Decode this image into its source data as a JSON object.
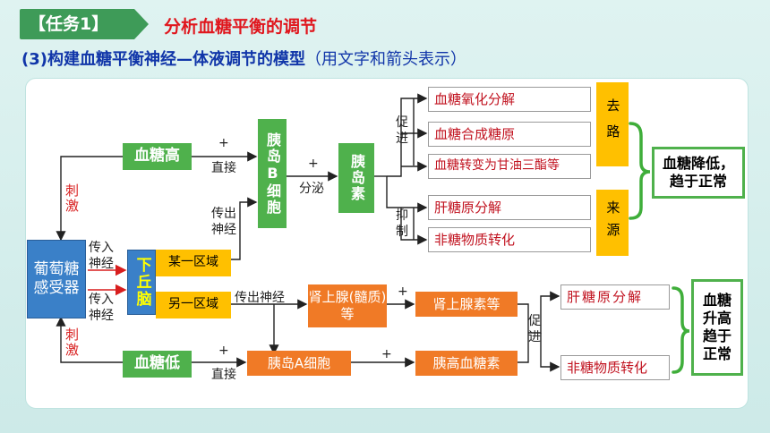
{
  "header": {
    "task_label": "【任务1】",
    "title": "分析血糖平衡的调节",
    "subtitle_bold": "(3)构建血糖平衡神经—体液调节的模型",
    "subtitle_rest": "（用文字和箭头表示）"
  },
  "nodes": {
    "glucose_high": "血糖高",
    "glucose_low": "血糖低",
    "receptor": "葡萄糖感受器",
    "hypothalamus": "下丘脑",
    "region_a": "某一区域",
    "region_b": "另一区域",
    "islet_b": "胰岛B细胞",
    "islet_a": "胰岛A细胞",
    "insulin": "胰岛素",
    "adrenal": "肾上腺(髓质)等",
    "adrenaline": "肾上腺素等",
    "glucagon": "胰高血糖素"
  },
  "effects": {
    "decrease": [
      "血糖氧化分解",
      "血糖合成糖原",
      "血糖转变为甘油三酯等"
    ],
    "inhibit": [
      "肝糖原分解",
      "非糖物质转化"
    ],
    "increase": [
      "肝糖原分解",
      "非糖物质转化"
    ]
  },
  "tags": {
    "out_path": "去路",
    "in_path": "来源"
  },
  "results": {
    "lower": "血糖降低，趋于正常",
    "raise": "血糖升高趋于正常"
  },
  "labels": {
    "stimulus": "刺激",
    "afferent": "传入神经",
    "efferent": "传出神经",
    "direct": "直接",
    "secrete": "分泌",
    "promote": "促进",
    "inhibit": "抑制",
    "plus": "+"
  }
}
